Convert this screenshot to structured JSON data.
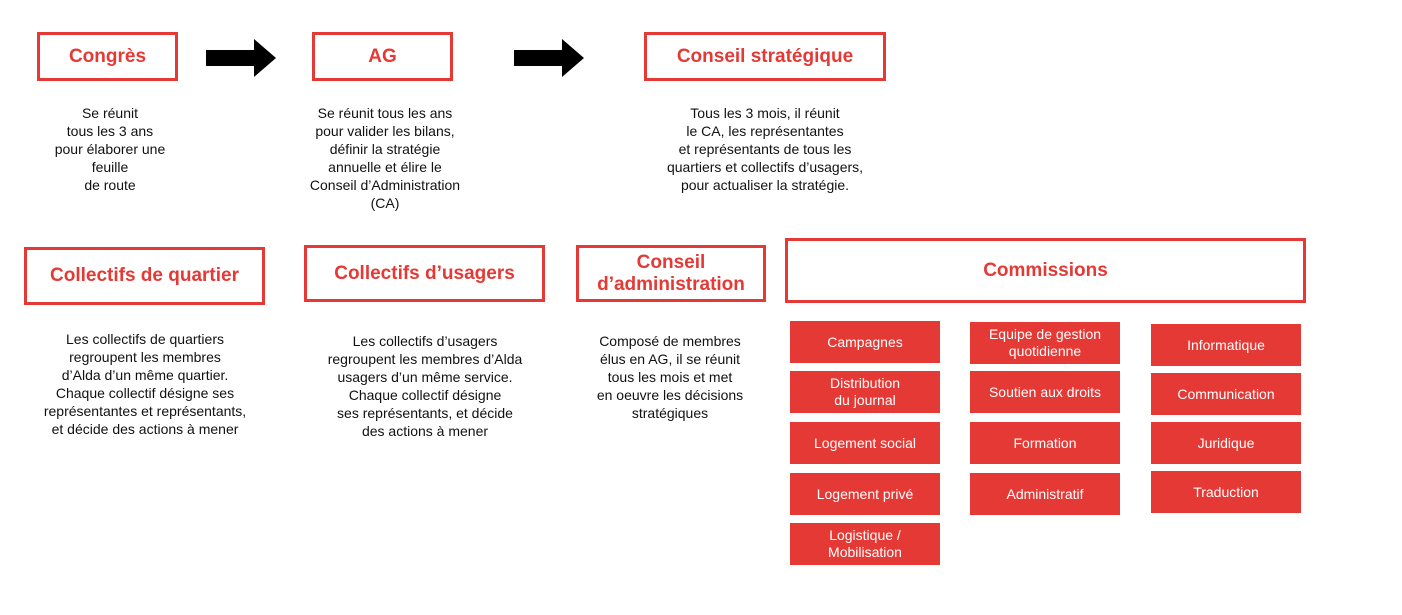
{
  "colors": {
    "accent": "#e53935",
    "arrow": "#000000"
  },
  "top_row": {
    "congres": {
      "title": "Congrès",
      "description": "Se réunit\ntous les 3 ans\npour élaborer une\nfeuille\nde route"
    },
    "ag": {
      "title": "AG",
      "description": "Se réunit tous les ans\npour valider les bilans,\ndéfinir la stratégie\nannuelle et élire le\nConseil d’Administration\n(CA)"
    },
    "conseil_strategique": {
      "title": "Conseil stratégique",
      "description": "Tous les 3 mois, il réunit\nle CA, les représentantes\net représentants de tous les\nquartiers et collectifs d’usagers,\npour actualiser la stratégie."
    }
  },
  "bottom_row": {
    "collectifs_quartier": {
      "title": "Collectifs de quartier",
      "description": "Les collectifs de quartiers\nregroupent les  membres\nd’Alda d’un même quartier.\nChaque collectif désigne ses\nreprésentantes et représentants,\net décide des actions à mener"
    },
    "collectifs_usagers": {
      "title": "Collectifs d’usagers",
      "description": "Les collectifs d’usagers\nregroupent les membres d’Alda\nusagers d’un même service.\nChaque collectif désigne\nses représentants, et décide\ndes actions à mener"
    },
    "conseil_administration": {
      "title": "Conseil\nd’administration",
      "description": "Composé de membres\nélus en AG, il se réunit\ntous les mois et met\nen oeuvre les décisions\nstratégiques"
    },
    "commissions": {
      "title": "Commissions",
      "column1": [
        "Campagnes",
        "Distribution\ndu journal",
        "Logement social",
        "Logement privé",
        "Logistique /\nMobilisation"
      ],
      "column2": [
        "Equipe de gestion\nquotidienne",
        "Soutien aux droits",
        "Formation",
        "Administratif"
      ],
      "column3": [
        "Informatique",
        "Communication",
        "Juridique",
        "Traduction"
      ]
    }
  }
}
